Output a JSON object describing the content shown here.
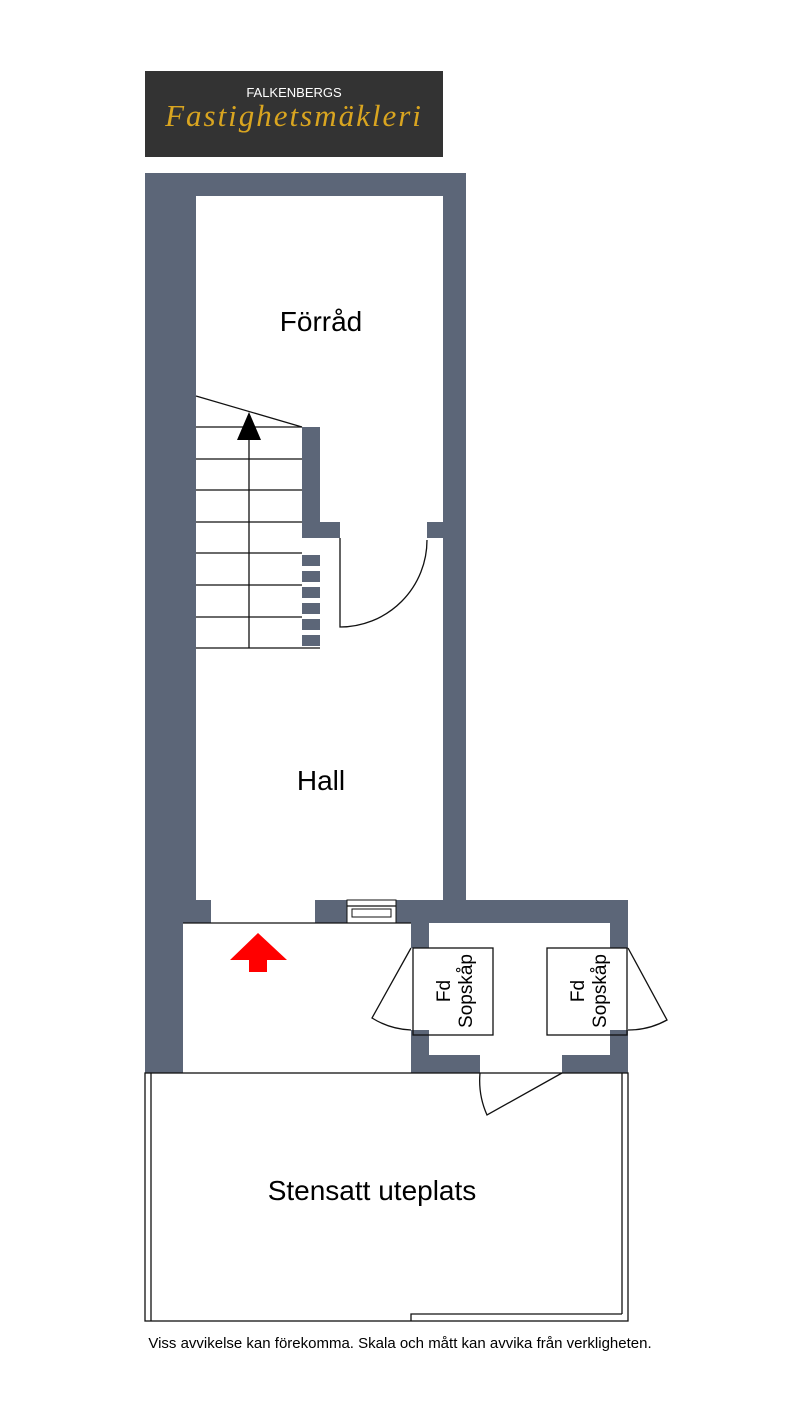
{
  "logo": {
    "line1": "FALKENBERGS",
    "line2": "Fastighetsmäkleri"
  },
  "rooms": {
    "storage": "Förråd",
    "hall": "Hall",
    "patio": "Stensatt uteplats",
    "cabinet_left": {
      "line1": "Fd",
      "line2": "Sopskåp"
    },
    "cabinet_right": {
      "line1": "Fd",
      "line2": "Sopskåp"
    }
  },
  "footer": "Viss avvikelse kan förekomma. Skala och mått kan avvika från verkligheten.",
  "colors": {
    "wall": "#5c6678",
    "entrance_arrow": "#ff0000",
    "logo_bg": "#333333",
    "logo_gold": "#d9a520"
  }
}
